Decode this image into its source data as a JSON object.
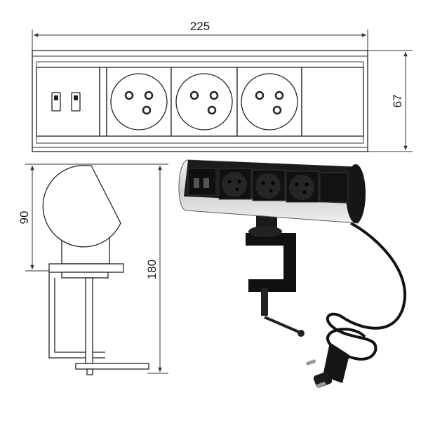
{
  "dimensions": {
    "width": "225",
    "height": "67",
    "profile_height": "90",
    "total_height": "180"
  },
  "drawing": {
    "socket_count": 3,
    "usb_port_count": 2,
    "line_color": "#222222",
    "body_color": "#1b1b1b",
    "housing_color": "#d9d9d9"
  }
}
